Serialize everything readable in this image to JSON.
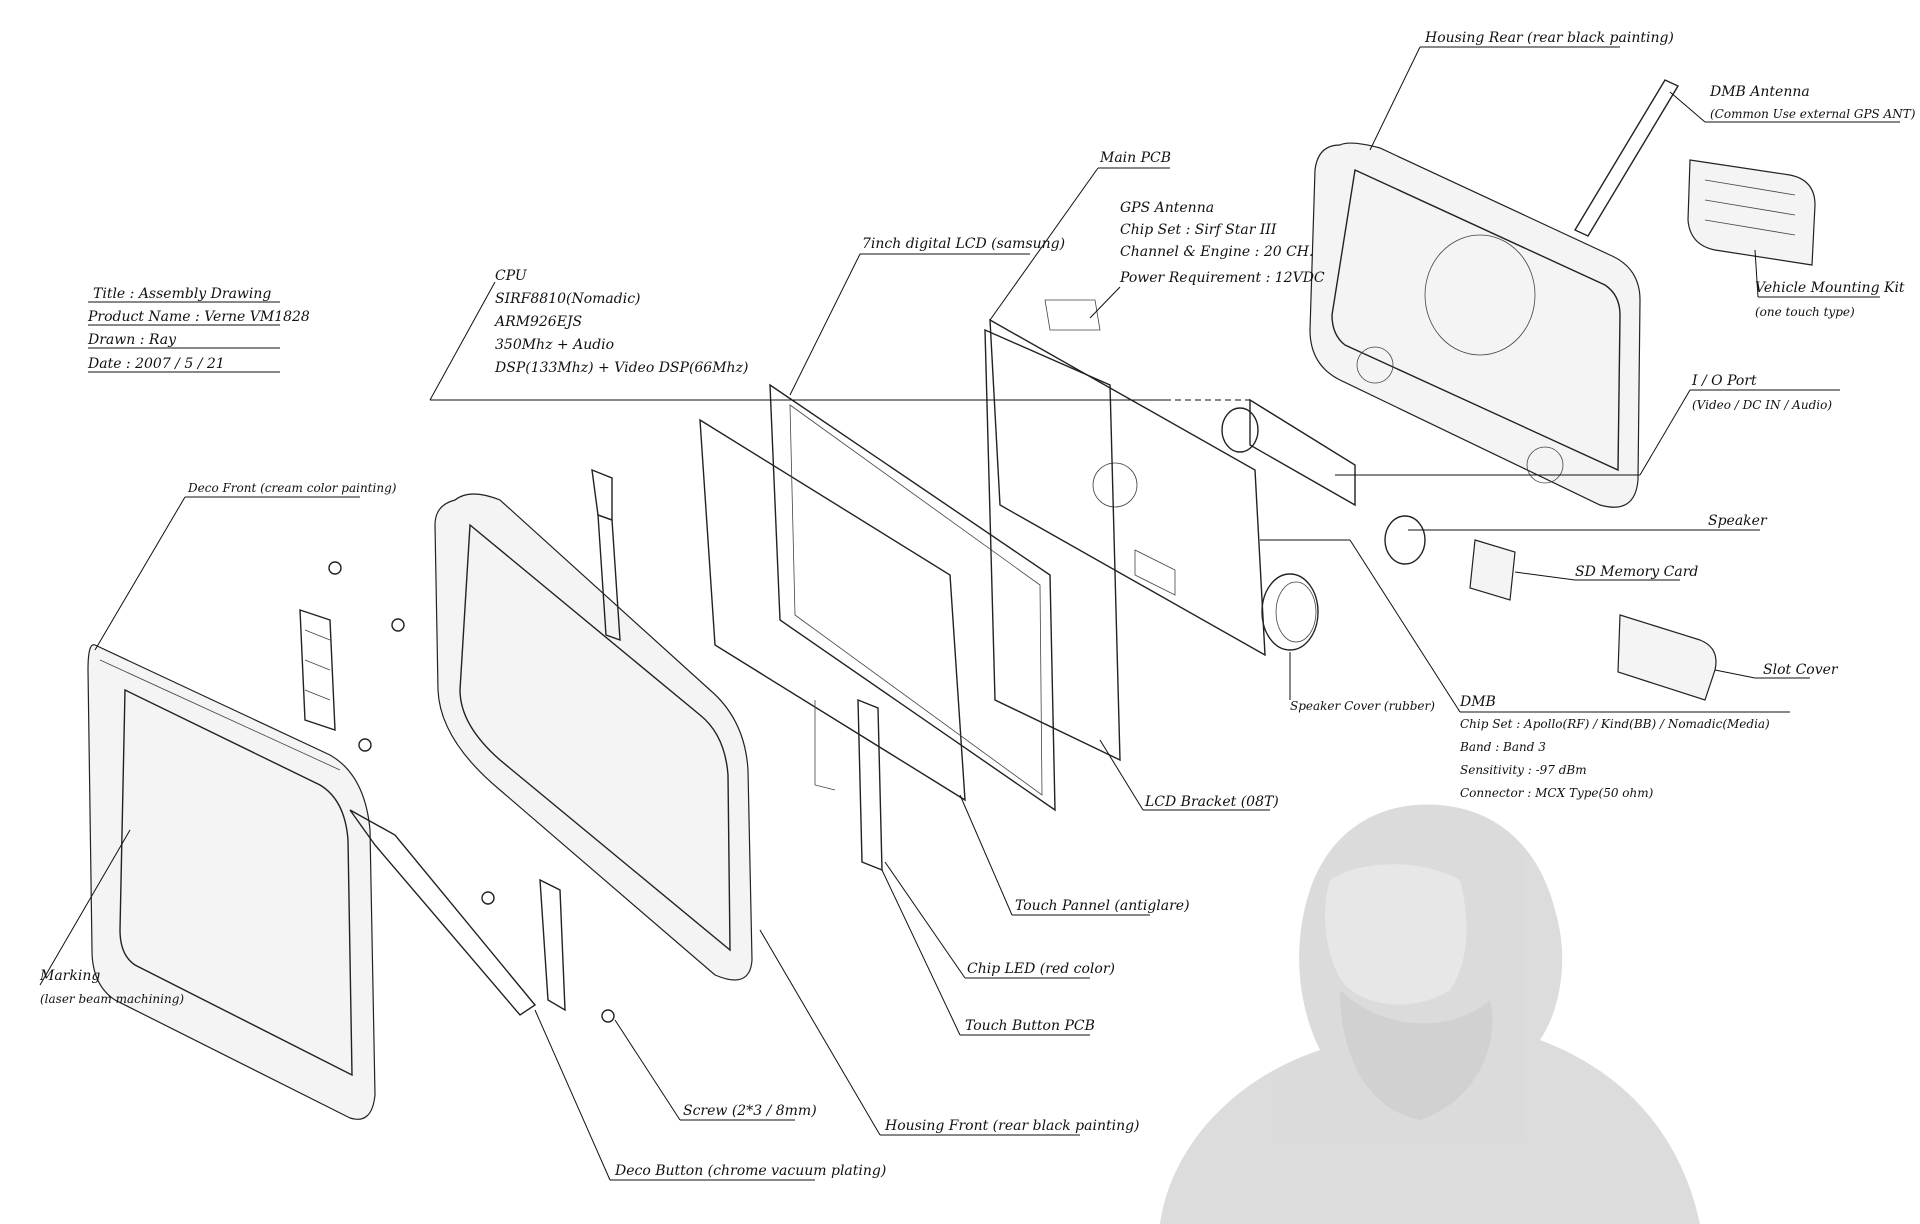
{
  "title_block": {
    "title": "Title : Assembly Drawing",
    "product": "Product Name : Verne VM1828",
    "drawn": "Drawn : Ray",
    "date": "Date : 2007 / 5 / 21"
  },
  "labels": {
    "cpu": [
      "CPU",
      "SIRF8810(Nomadic)",
      "ARM926EJS",
      "350Mhz + Audio",
      "DSP(133Mhz) + Video DSP(66Mhz)"
    ],
    "lcd": "7inch digital LCD (samsung)",
    "main_pcb": "Main PCB",
    "gps": [
      "GPS Antenna",
      "Chip Set : Sirf Star III",
      "Channel & Engine : 20 CH.",
      "Power Requirement : 12VDC"
    ],
    "housing_rear": "Housing Rear (rear black painting)",
    "dmb_antenna": [
      "DMB Antenna",
      "(Common Use external GPS ANT)"
    ],
    "vehicle_kit": [
      "Vehicle Mounting Kit",
      "(one touch type)"
    ],
    "io_port": [
      "I / O Port",
      "(Video / DC IN / Audio)"
    ],
    "speaker": "Speaker",
    "sd_card": "SD Memory Card",
    "slot_cover": "Slot Cover",
    "dmb": [
      "DMB",
      "Chip Set : Apollo(RF) / Kind(BB) / Nomadic(Media)",
      "Band : Band 3",
      "Sensitivity : -97 dBm",
      "Connector : MCX Type(50 ohm)"
    ],
    "speaker_cover": "Speaker Cover (rubber)",
    "lcd_bracket": "LCD Bracket (08T)",
    "touch_panel": "Touch Pannel (antiglare)",
    "chip_led": "Chip LED (red color)",
    "touch_button_pcb": "Touch Button PCB",
    "housing_front": "Housing Front (rear black painting)",
    "screw": "Screw (2*3 / 8mm)",
    "deco_button": "Deco Button (chrome vacuum plating)",
    "deco_front": "Deco Front (cream color painting)",
    "marking": [
      "Marking",
      "(laser beam machining)"
    ]
  },
  "icons": {
    "portrait": "portrait-watermark-icon"
  }
}
